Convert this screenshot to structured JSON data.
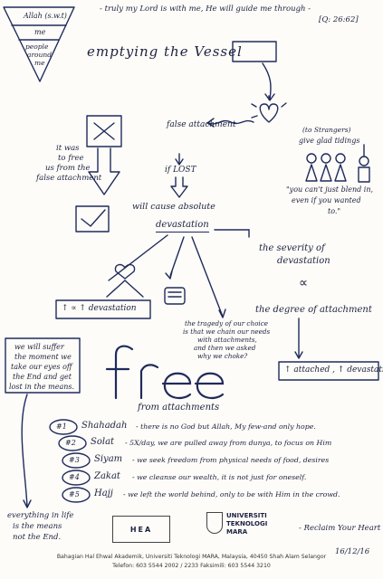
{
  "quote": "- truly my Lord is with me, He will guide me through -",
  "quote_ref": "[Q: 26:62]",
  "funnel": {
    "top": "Allah (s.w.t)",
    "middle": "me",
    "bottom_line1": "people",
    "bottom_line2": "around",
    "bottom_line3": "me"
  },
  "title": "emptying the Vessel",
  "cross_label": "false attachment",
  "freed_line1": "it was",
  "freed_line2": "to free",
  "freed_line3": "us from the",
  "freed_line4": "false attachment",
  "if_lost": "if LOST",
  "will_cause": "will cause absolute",
  "devastation_word": "devastation",
  "strangers_line1": "(to Strangers)",
  "strangers_line2": "give glad tidings",
  "quote2_line1": "\"you can't just blend in,",
  "quote2_line2": "even if you wanted",
  "quote2_line3": "to.\"",
  "severity_line1": "the severity of",
  "severity_line2": "devastation",
  "proportional": "∝",
  "degree": "the degree of attachment",
  "left_box": "↑ ∝ ↑ devastation",
  "tragedy_line1": "the tragedy of our choice",
  "tragedy_line2": "is that we chain our needs",
  "tragedy_line3": "with attachments,",
  "tragedy_line4": "and then we asked",
  "tragedy_line5": "why we choke?",
  "right_box": "↑ attached , ↑ devastation",
  "suffer_line1": "we will suffer",
  "suffer_line2": "the moment we",
  "suffer_line3": "take our eyes off",
  "suffer_line4": "the End and get",
  "suffer_line5": "lost in the means.",
  "free_word": "free",
  "from_attachments": "from attachments",
  "pillars": [
    {
      "num": "#1",
      "name": "Shahadah",
      "text": "- there is no God but Allah, My few-and only hope."
    },
    {
      "num": "#2",
      "name": "Solat",
      "text": "- 5X/day, we are pulled away from dunya, to focus on Him"
    },
    {
      "num": "#3",
      "name": "Siyam",
      "text": "- we seek freedom from physical needs of food, desires"
    },
    {
      "num": "#4",
      "name": "Zakat",
      "text": "- we cleanse our wealth, it is not just for oneself."
    },
    {
      "num": "#5",
      "name": "Hajj",
      "text": "- we left the world behind, only to be with Him in the crowd."
    }
  ],
  "everything_line1": "everything in life",
  "everything_line2": "is the means",
  "everything_line3": "not the End.",
  "reclaim": "- Reclaim Your Heart",
  "date": "16/12/16",
  "logo_left": "HEA",
  "logo_right_line1": "UNIVERSITI",
  "logo_right_line2": "TEKNOLOGI",
  "logo_right_line3": "MARA",
  "footer_line1": "Bahagian Hal Ehwal Akademik, Universiti Teknologi MARA, Malaysia, 40450 Shah Alam Selangor",
  "footer_line2": "Telefon: 603 5544 2002 / 2233  Faksimili: 603 5544 3210",
  "colors": {
    "ink": "#1f2b5c",
    "paper": "#fdfcf8"
  }
}
